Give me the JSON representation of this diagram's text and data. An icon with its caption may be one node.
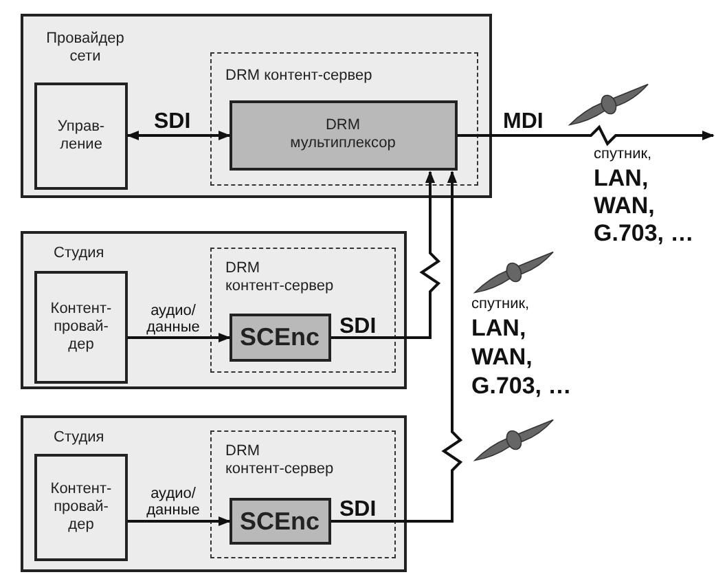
{
  "diagram": {
    "nodes": [
      {
        "text": [
          "Провайдер сети"
        ]
      },
      {
        "text": [
          "DRM контент-сервер"
        ],
        "in": 0
      },
      {
        "text": [
          "DRM мультиплексор"
        ],
        "in": 1
      },
      {
        "text": [
          "Управ- ление"
        ],
        "in": 0
      },
      {
        "text": [
          "Студия"
        ]
      },
      {
        "text": [
          "Контент- провай- дер"
        ],
        "in": 4
      },
      {
        "text": [
          "DRM контент-сервер"
        ],
        "in": 4
      },
      {
        "text": [
          "SCEnc"
        ],
        "in": 6
      },
      {
        "text": [
          "Студия"
        ]
      },
      {
        "text": [
          "Контент- провай- дер"
        ],
        "in": 8
      },
      {
        "text": [
          "DRM контент-сервер"
        ],
        "in": 8
      },
      {
        "text": [
          "SCEnc"
        ],
        "in": 10
      }
    ],
    "edges": [
      {
        "from": 3,
        "to": 2,
        "arrow": "both",
        "label": "SDI"
      },
      {
        "from": 2,
        "to": null,
        "arrow": "to",
        "label": "MDI"
      },
      {
        "from": 5,
        "to": 7,
        "arrow": "to",
        "label": "аудио/ данные"
      },
      {
        "from": 7,
        "to": 2,
        "arrow": "to",
        "label": "SDI"
      },
      {
        "from": 9,
        "to": 11,
        "arrow": "to",
        "label": "аудио/ данные"
      },
      {
        "from": 11,
        "to": 2,
        "arrow": "to",
        "label": "SDI"
      }
    ],
    "labels": [
      "спутник,",
      "LAN,",
      "WAN,",
      "G.703, …",
      "спутник,",
      "LAN,",
      "WAN,",
      "G.703, …"
    ]
  }
}
